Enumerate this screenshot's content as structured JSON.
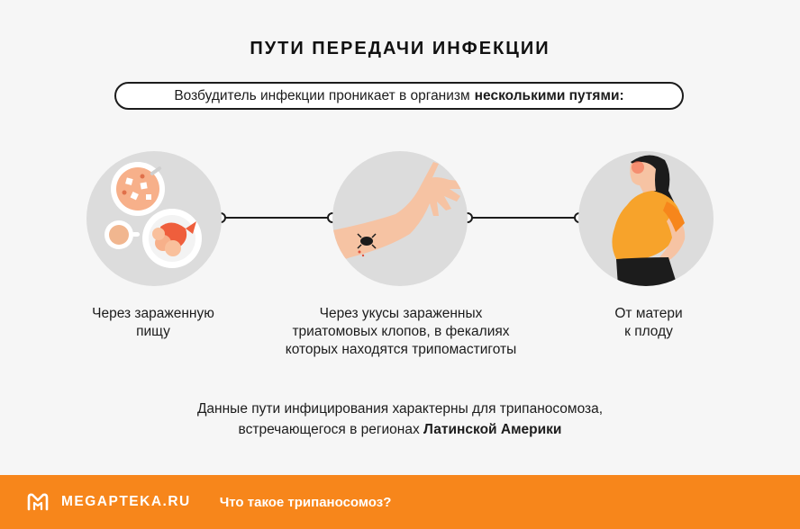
{
  "header": {
    "title": "ПУТИ ПЕРЕДАЧИ ИНФЕКЦИИ",
    "intro_text": "Возбудитель инфекции проникает в организм",
    "intro_bold": "несколькими путями:"
  },
  "routes": [
    {
      "caption_line1": "Через зараженную",
      "caption_line2": "пищу",
      "icon": "food-plates-icon"
    },
    {
      "caption_line1": "Через укусы зараженных",
      "caption_line2": "триатомовых клопов, в фекалиях",
      "caption_line3": "которых находятся трипомастиготы",
      "icon": "bug-bite-hand-icon"
    },
    {
      "caption_line1": "От матери",
      "caption_line2": "к плоду",
      "icon": "pregnant-woman-icon"
    }
  ],
  "note": {
    "line1": "Данные пути инфицирования характерны для трипаносомоза,",
    "line2_text": "встречающегося в регионах",
    "line2_bold": "Латинской Америки"
  },
  "footer": {
    "brand": "MEGAPTEKA.RU",
    "link": "Что такое трипаносомоз?",
    "color": "#f7861b"
  }
}
